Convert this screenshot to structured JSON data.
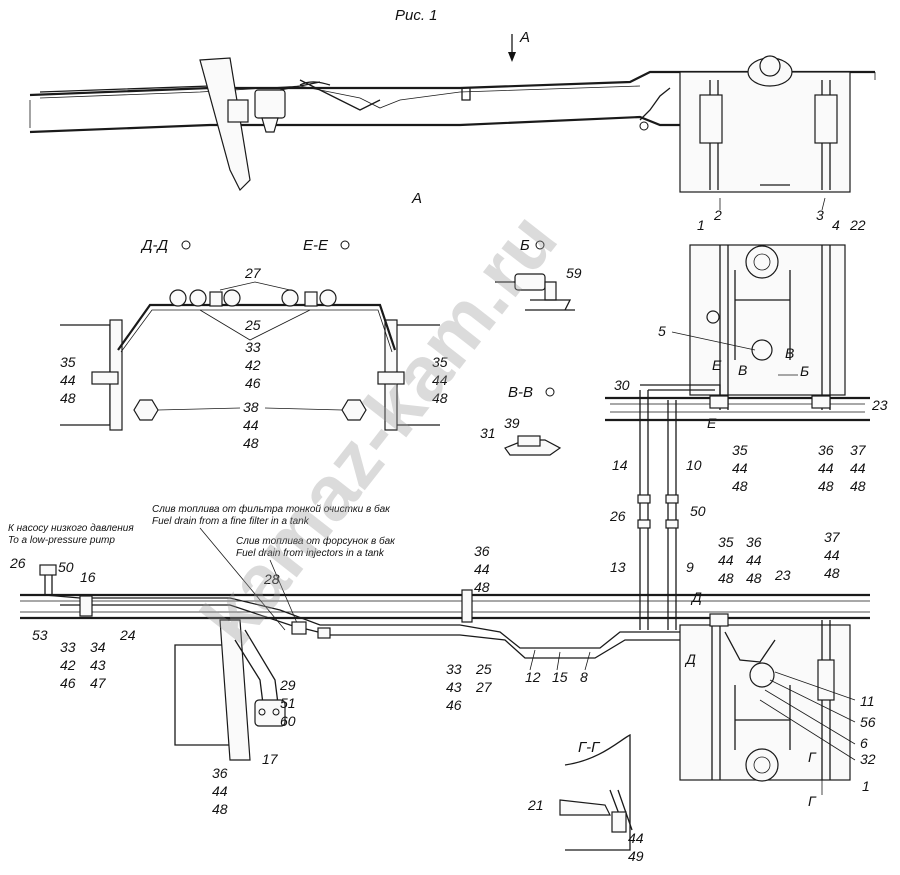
{
  "figure_title": "Рис. 1",
  "watermark": "kamaz-kam.ru",
  "view_labels": {
    "top_arrow": "А",
    "main_view": "А"
  },
  "section_labels": {
    "dd": "Д-Д",
    "ee": "Е-Е",
    "b": "Б",
    "vv": "В-В",
    "gg": "Г-Г"
  },
  "section_markers": {
    "d_top": "Д",
    "d_bot": "Д",
    "e_top": "Е",
    "e_bot": "Е",
    "v1": "В",
    "v2": "В",
    "b_arrow": "Б",
    "g_top": "Г",
    "g_bot": "Г"
  },
  "captions": {
    "to_pump_ru": "К насосу низкого давления",
    "to_pump_en": "To a low-pressure pump",
    "filter_ru": "Слив топлива от фильтра тонкой очистки в бак",
    "filter_en": "Fuel drain from a fine filter in a tank",
    "inj_ru": "Слив топлива от форсунок в бак",
    "inj_en": "Fuel drain from injectors in a tank"
  },
  "callouts": {
    "n2": "2",
    "n3": "3",
    "n4": "4",
    "n22": "22",
    "n1a": "1",
    "n59": "59",
    "n5": "5",
    "n30": "30",
    "n23a": "23",
    "g35a": [
      "35",
      "44",
      "48"
    ],
    "g36a": [
      "36",
      "44",
      "48"
    ],
    "g37a": [
      "37",
      "44",
      "48"
    ],
    "n31": "31",
    "n39": "39",
    "n27a": "27",
    "n25a": "25",
    "g33a": [
      "33",
      "42",
      "46"
    ],
    "g35b": [
      "35",
      "44",
      "48"
    ],
    "g35c": [
      "35",
      "44",
      "48"
    ],
    "g38": [
      "38",
      "44",
      "48"
    ],
    "n14": "14",
    "n10": "10",
    "n26a": "26",
    "n50a": "50",
    "n13": "13",
    "n9": "9",
    "g35d": [
      "35",
      "44",
      "48"
    ],
    "g36b": [
      "36",
      "44",
      "48"
    ],
    "n23b": "23",
    "g37b": [
      "37",
      "44",
      "48"
    ],
    "n26b": "26",
    "n50b": "50",
    "n16": "16",
    "n28": "28",
    "n53": "53",
    "g33b": [
      "33",
      "42",
      "46"
    ],
    "g34": [
      "34",
      "43",
      "47"
    ],
    "n24": "24",
    "g36c": [
      "36",
      "44",
      "48"
    ],
    "g33c": [
      "33",
      "43",
      "46"
    ],
    "n25b": "25",
    "n27b": "27",
    "n12": "12",
    "n15": "15",
    "n8": "8",
    "g29": [
      "29",
      "51",
      "60"
    ],
    "n17": "17",
    "g36d": [
      "36",
      "44",
      "48"
    ],
    "n11": "11",
    "n56": "56",
    "n6": "6",
    "n32": "32",
    "n1b": "1",
    "n21": "21",
    "g44": [
      "44",
      "49"
    ]
  }
}
